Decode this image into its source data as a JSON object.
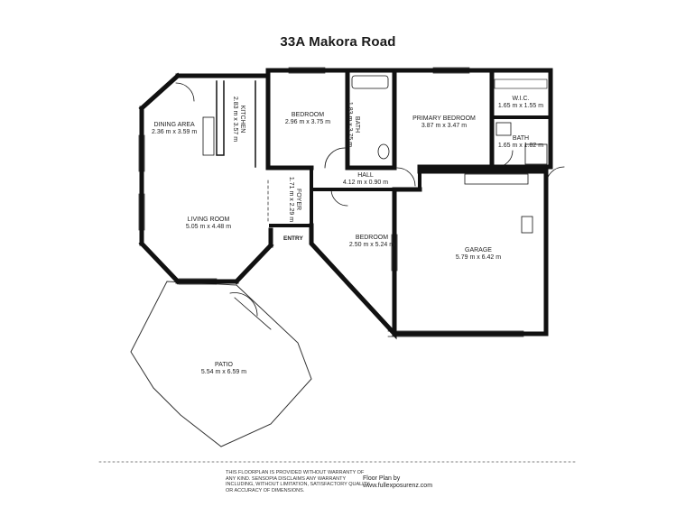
{
  "title": "33A Makora Road",
  "rooms": {
    "dining": {
      "name": "DINING AREA",
      "dims": "2.36 m x 3.59 m"
    },
    "kitchen": {
      "name": "KITCHEN",
      "dims": "2.83 m x 3.57 m"
    },
    "bedroom1": {
      "name": "BEDROOM",
      "dims": "2.96 m x 3.75 m"
    },
    "bath1": {
      "name": "BATH",
      "dims": "1.83 m x 3.75 m"
    },
    "primary": {
      "name": "PRIMARY BEDROOM",
      "dims": "3.87 m x 3.47 m"
    },
    "wic": {
      "name": "W.I.C.",
      "dims": "1.65 m x 1.55 m"
    },
    "bath2": {
      "name": "BATH",
      "dims": "1.65 m x 1.82 m"
    },
    "hall": {
      "name": "HALL",
      "dims": "4.12 m x 0.90 m"
    },
    "foyer": {
      "name": "FOYER",
      "dims": "1.71 m x 2.29 m"
    },
    "living": {
      "name": "LIVING ROOM",
      "dims": "5.05 m x 4.48 m"
    },
    "bedroom2": {
      "name": "BEDROOM",
      "dims": "2.50 m x 5.24 m"
    },
    "garage": {
      "name": "GARAGE",
      "dims": "5.79 m x 6.42 m"
    },
    "patio": {
      "name": "PATIO",
      "dims": "5.54 m x 6.59 m"
    }
  },
  "entry_label": "ENTRY",
  "footer": {
    "disclaimer": "THIS FLOORPLAN IS PROVIDED WITHOUT WARRANTY OF ANY KIND. SENSOPIA DISCLAIMS ANY WARRANTY INCLUDING, WITHOUT LIMITATION, SATISFACTORY QUALITY OR ACCURACY OF DIMENSIONS.",
    "credit_label": "Floor Plan by",
    "credit_url": "www.fullexposurenz.com"
  }
}
